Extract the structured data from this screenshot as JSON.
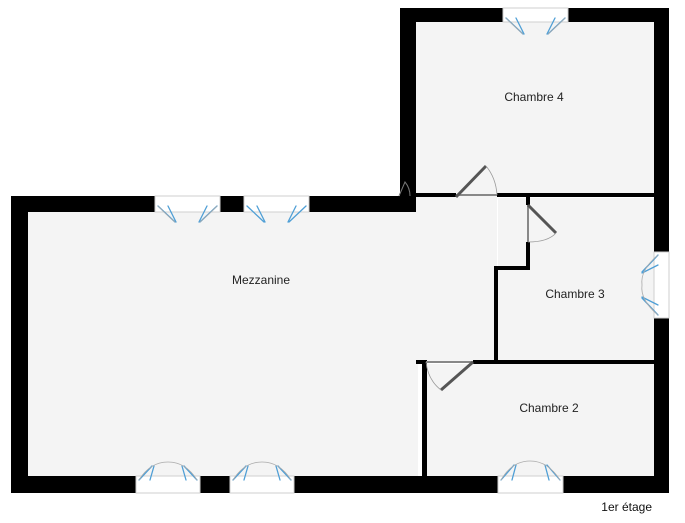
{
  "plan": {
    "floor_label": "1er étage",
    "rooms": [
      {
        "id": "mezzanine",
        "label": "Mezzanine"
      },
      {
        "id": "chambre-4",
        "label": "Chambre 4"
      },
      {
        "id": "chambre-3",
        "label": "Chambre 3"
      },
      {
        "id": "chambre-2",
        "label": "Chambre 2"
      }
    ]
  },
  "colors": {
    "wall": "#000000",
    "floor": "#f4f4f4",
    "window_glass": "#4f9fd6",
    "door": "#555555"
  }
}
